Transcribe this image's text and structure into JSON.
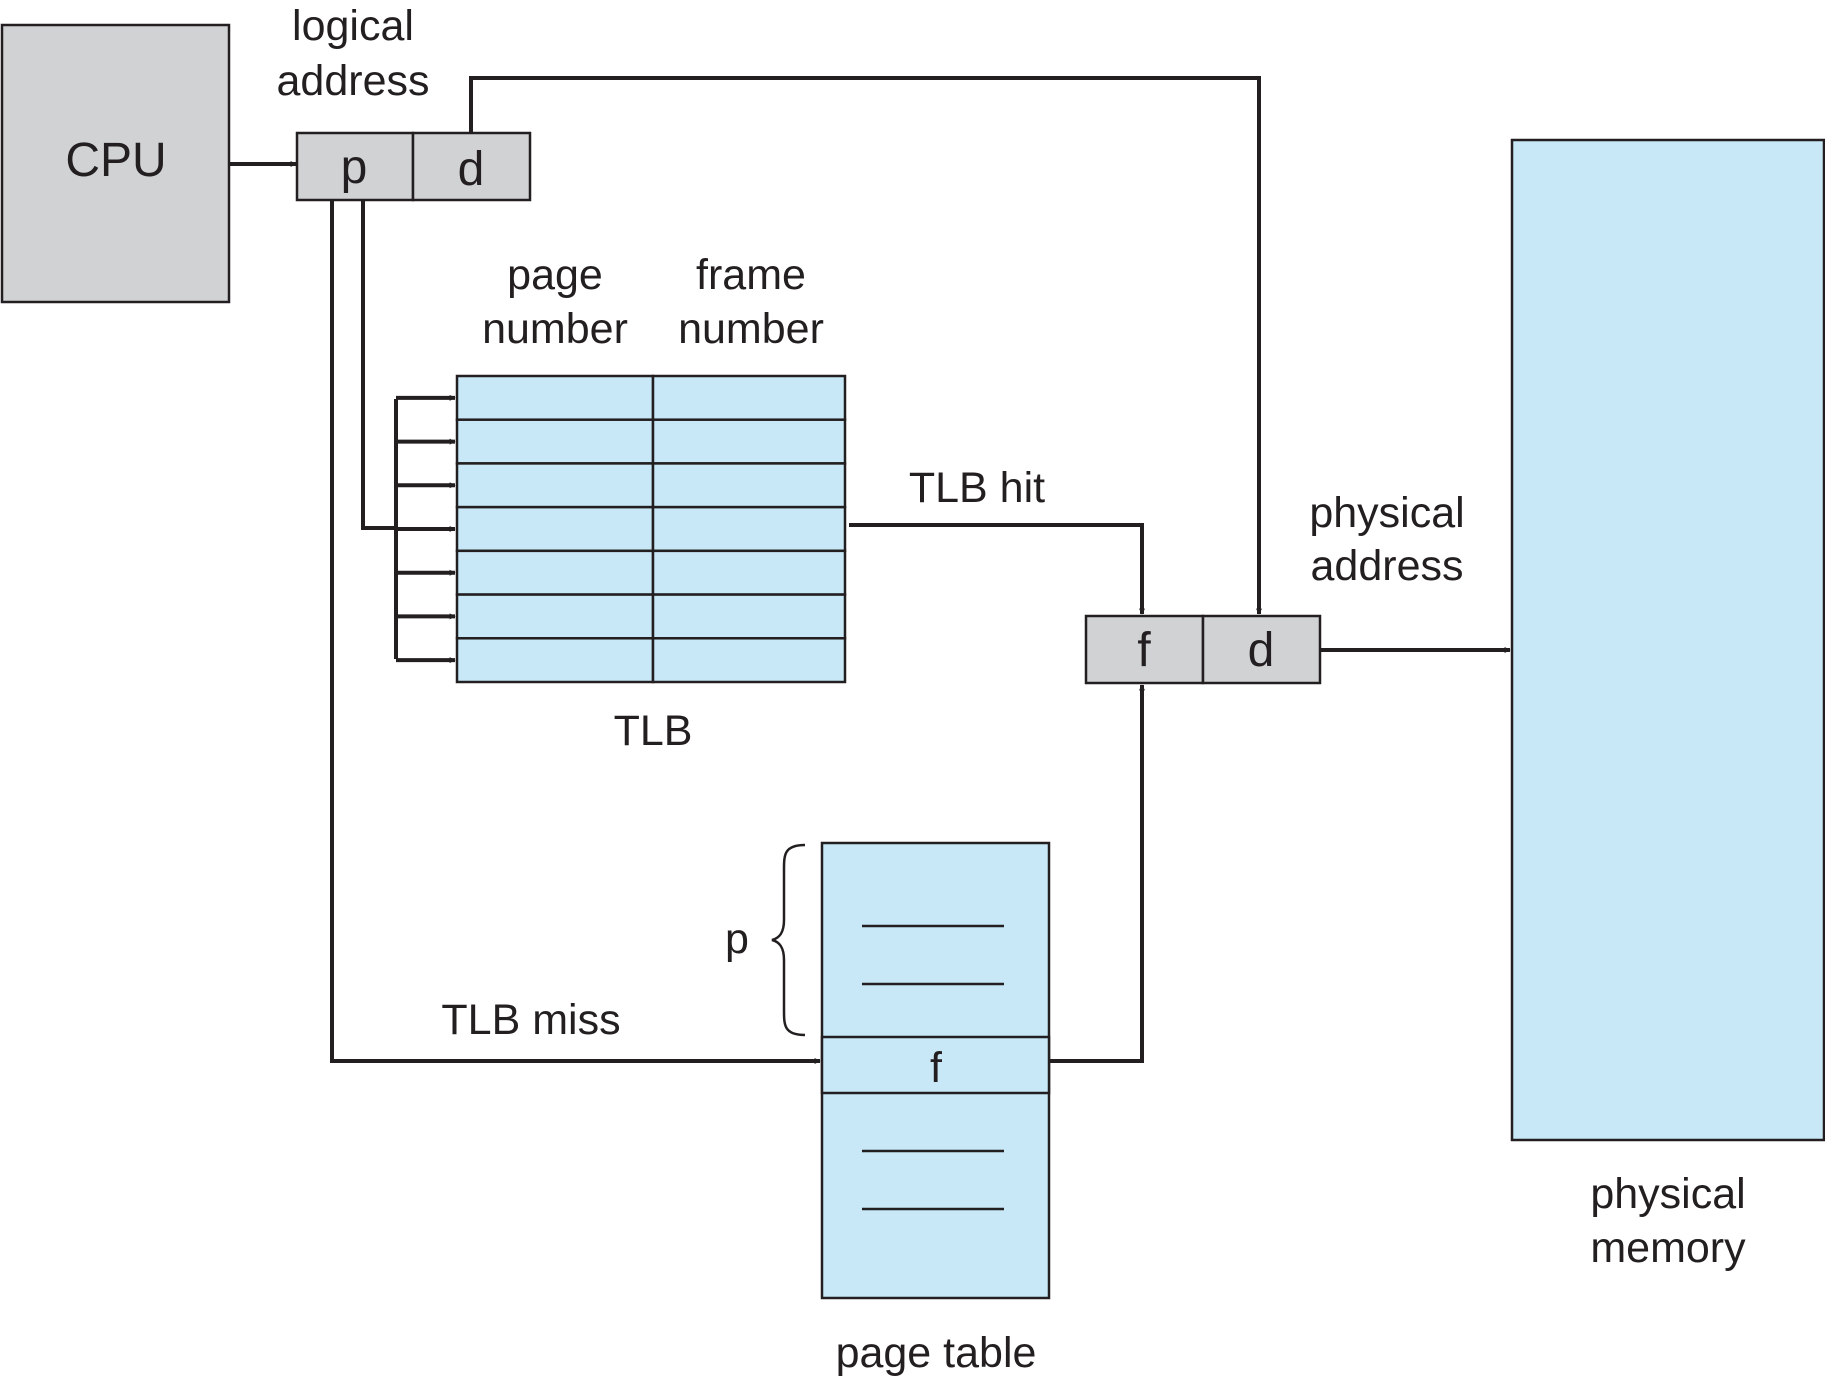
{
  "cpu": {
    "label": "CPU"
  },
  "logical_address": {
    "line1": "logical",
    "line2": "address",
    "p": "p",
    "d": "d"
  },
  "tlb": {
    "title": "TLB",
    "col1_line1": "page",
    "col1_line2": "number",
    "col2_line1": "frame",
    "col2_line2": "number",
    "rows": 7
  },
  "tlb_hit": {
    "label": "TLB hit"
  },
  "tlb_miss": {
    "label": "TLB miss"
  },
  "physical_address": {
    "line1": "physical",
    "line2": "address",
    "f": "f",
    "d": "d"
  },
  "page_table": {
    "title": "page table",
    "p": "p",
    "f": "f"
  },
  "physical_memory": {
    "line1": "physical",
    "line2": "memory"
  },
  "colors": {
    "gray": "#d1d2d4",
    "blue": "#c8e8f8",
    "ink": "#231f20"
  }
}
